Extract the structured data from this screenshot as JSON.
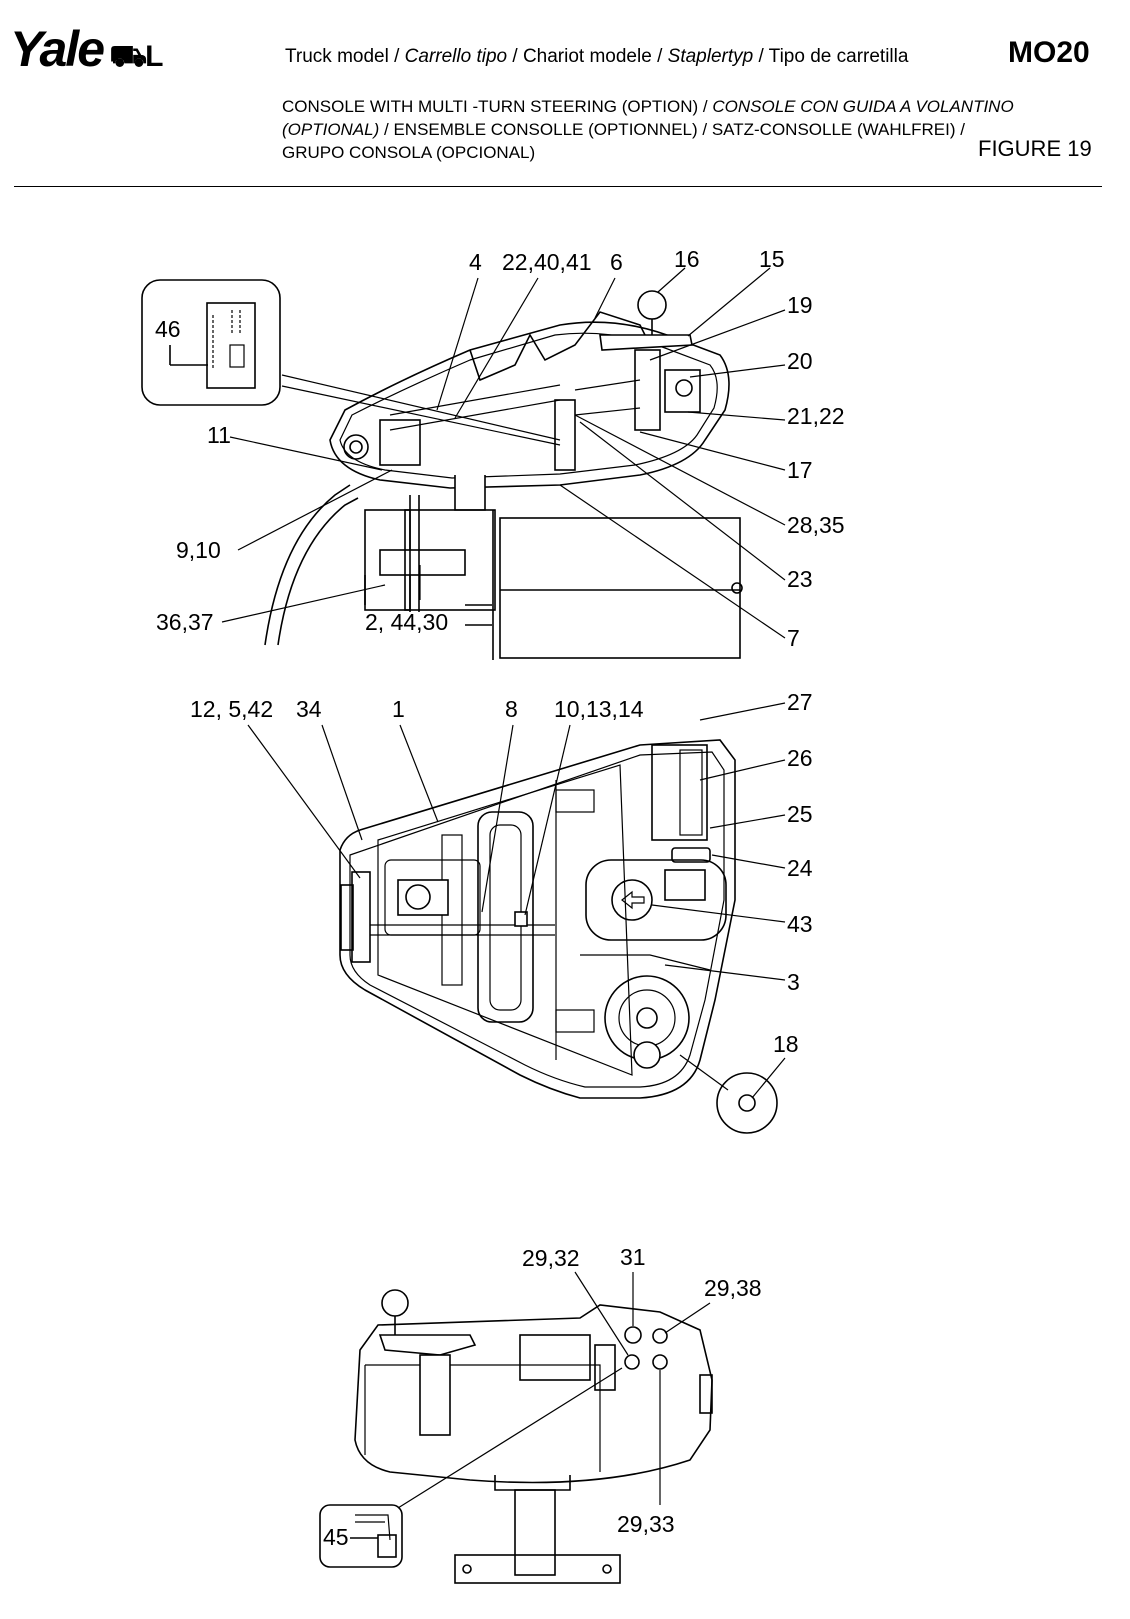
{
  "header": {
    "logo_text": "Yale",
    "model_prefix": "Truck model / ",
    "model_it": "Carrello tipo",
    "model_mid1": " / Chariot modele / ",
    "model_it2": "Staplertyp",
    "model_end": " / Tipo de carretilla",
    "model_code": "MO20",
    "title_1": "CONSOLE WITH MULTI -TURN STEERING (OPTION) /  ",
    "title_1_it": "CONSOLE CON GUIDA A VOLANTINO",
    "title_2_it": "(OPTIONAL)",
    "title_2": " / ENSEMBLE CONSOLLE (OPTIONNEL) / SATZ-CONSOLLE (WAHLFREI) /",
    "title_3": "GRUPO CONSOLA (OPCIONAL)",
    "figure": "FIGURE 19"
  },
  "callouts": {
    "top": [
      "4",
      "22,40,41",
      "6",
      "16",
      "15",
      "19",
      "20",
      "21,22",
      "17",
      "28,35",
      "23",
      "7",
      "46",
      "11",
      "9,10",
      "36,37",
      "2, 44,30"
    ],
    "middle": [
      "12, 5,42",
      "34",
      "1",
      "8",
      "10,13,14",
      "27",
      "26",
      "25",
      "24",
      "43",
      "3",
      "18"
    ],
    "bottom": [
      "29,32",
      "31",
      "29,38",
      "29,33",
      "45"
    ]
  }
}
